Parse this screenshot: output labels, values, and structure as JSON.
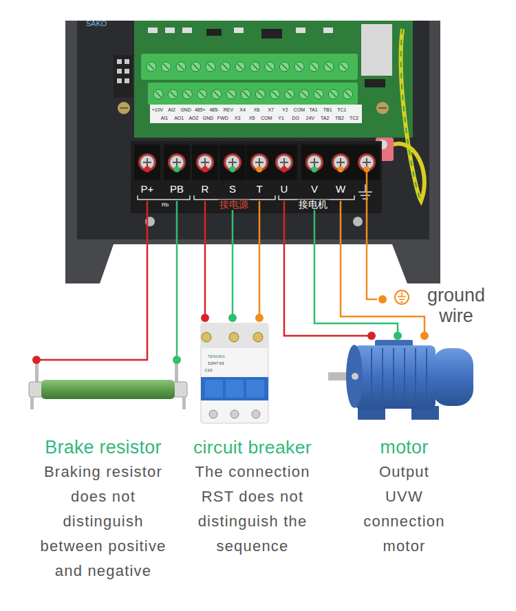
{
  "diagram": {
    "nodes": [
      {
        "text": [
          "P+"
        ]
      },
      {
        "text": [
          "PB"
        ]
      },
      {
        "text": [
          "R"
        ]
      },
      {
        "text": [
          "S"
        ]
      },
      {
        "text": [
          "T"
        ]
      },
      {
        "text": [
          "U"
        ]
      },
      {
        "text": [
          "V"
        ]
      },
      {
        "text": [
          "W"
        ]
      },
      {
        "text": [
          "Brake resistor",
          "Braking resistor does not distinguish between positive and negative"
        ]
      },
      {
        "text": [
          "circuit breaker",
          "The connection RST does not distinguish the sequence"
        ]
      },
      {
        "text": [
          "motor",
          "Output UVW connection motor"
        ]
      }
    ],
    "edges": [
      {
        "from": 0,
        "to": 8,
        "arrow": "none"
      },
      {
        "from": 1,
        "to": 8,
        "arrow": "none"
      },
      {
        "from": 2,
        "to": 9,
        "arrow": "none"
      },
      {
        "from": 3,
        "to": 9,
        "arrow": "none"
      },
      {
        "from": 4,
        "to": 9,
        "arrow": "none"
      },
      {
        "from": 5,
        "to": 10,
        "arrow": "none"
      },
      {
        "from": 6,
        "to": 10,
        "arrow": "none"
      },
      {
        "from": 7,
        "to": 10,
        "arrow": "none"
      }
    ],
    "labels": [
      "SAKO",
      "+10V",
      "AI2",
      "GND",
      "485+",
      "485-",
      "REV",
      "X4",
      "X6",
      "X7",
      "Y2",
      "COM",
      "TA1",
      "TB1",
      "TC1",
      "AI1",
      "AO1",
      "AO2",
      "GND",
      "FWD",
      "X3",
      "X5",
      "COM",
      "Y1",
      "DO",
      "24V",
      "TA2",
      "TB2",
      "TC2",
      "Rb",
      "接电源",
      "接电机",
      "ground wire",
      "TENGEN",
      "DZ47-63",
      "C10"
    ]
  }
}
